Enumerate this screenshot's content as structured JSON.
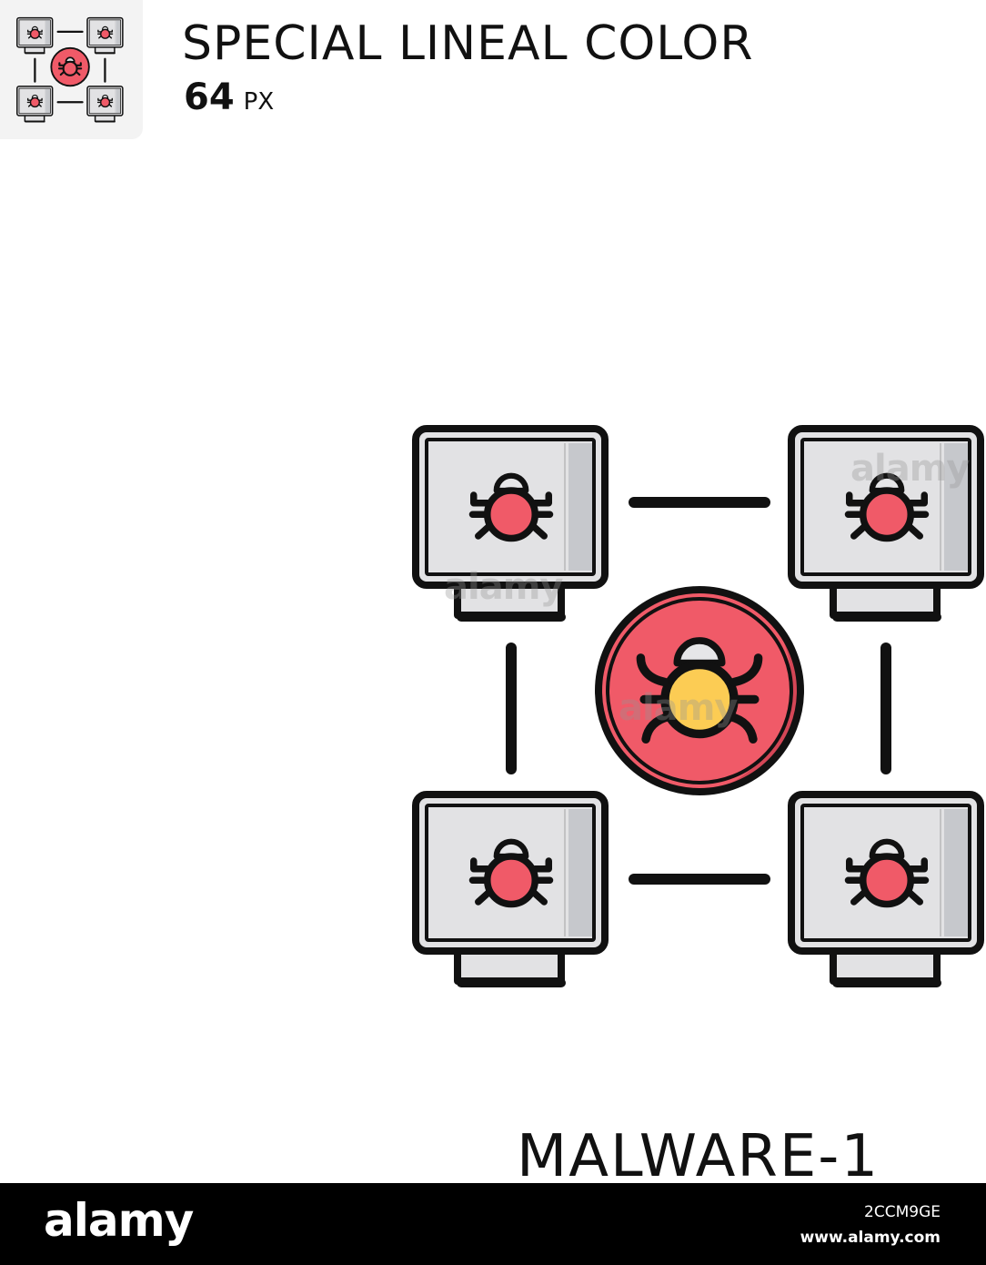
{
  "header": {
    "title": "SPECIAL LINEAL COLOR",
    "size_value": "64",
    "size_unit": "PX"
  },
  "icon": {
    "name": "MALWARE-1",
    "colors": {
      "stroke": "#111111",
      "screen": "#e2e2e4",
      "screen_shade": "#c6c8cc",
      "bug_body": "#f05a68",
      "bug_head": "#e6e6e8",
      "core": "#f05a68",
      "core_shade": "#d44656",
      "core_bug_body": "#fccc54"
    }
  },
  "watermarks": [
    "alamy",
    "alamy",
    "alamy"
  ],
  "footer": {
    "brand": "alamy",
    "stock_id": "2CCM9GE",
    "site": "www.alamy.com"
  }
}
